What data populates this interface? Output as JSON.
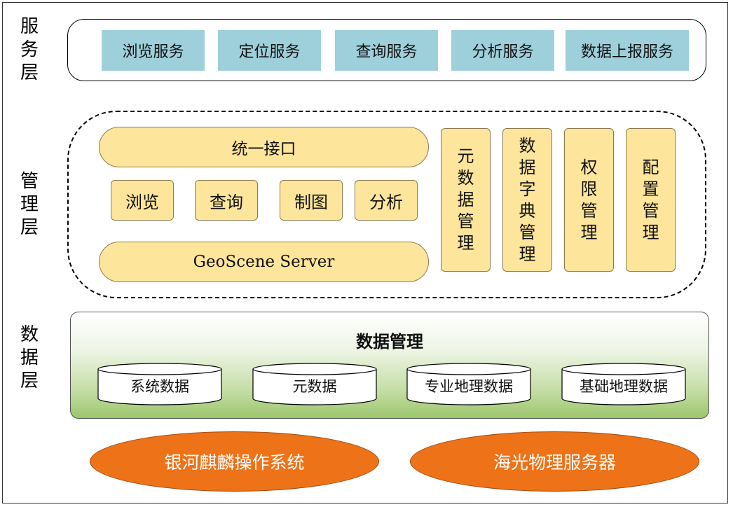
{
  "layers": {
    "service_label": "服务层",
    "management_label": "管理层",
    "data_label": "数据层"
  },
  "service": {
    "items": [
      "浏览服务",
      "定位服务",
      "查询服务",
      "分析服务",
      "数据上报服务"
    ]
  },
  "management": {
    "unified_interface": "统一接口",
    "functions": [
      "浏览",
      "查询",
      "制图",
      "分析"
    ],
    "server": "GeoScene Server",
    "side_items": [
      "元数据管理",
      "数据字典管理",
      "权限管理",
      "配置管理"
    ]
  },
  "data": {
    "title": "数据管理",
    "stores": [
      "系统数据",
      "元数据",
      "专业地理数据",
      "基础地理数据"
    ]
  },
  "platform": {
    "os": "银河麒麟操作系统",
    "hardware": "海光物理服务器"
  },
  "colors": {
    "service_box": "#9ed0dc",
    "management_box": "#fde59b",
    "data_gradient_bottom": "#9cc66c",
    "platform_ellipse": "#ed7218"
  }
}
